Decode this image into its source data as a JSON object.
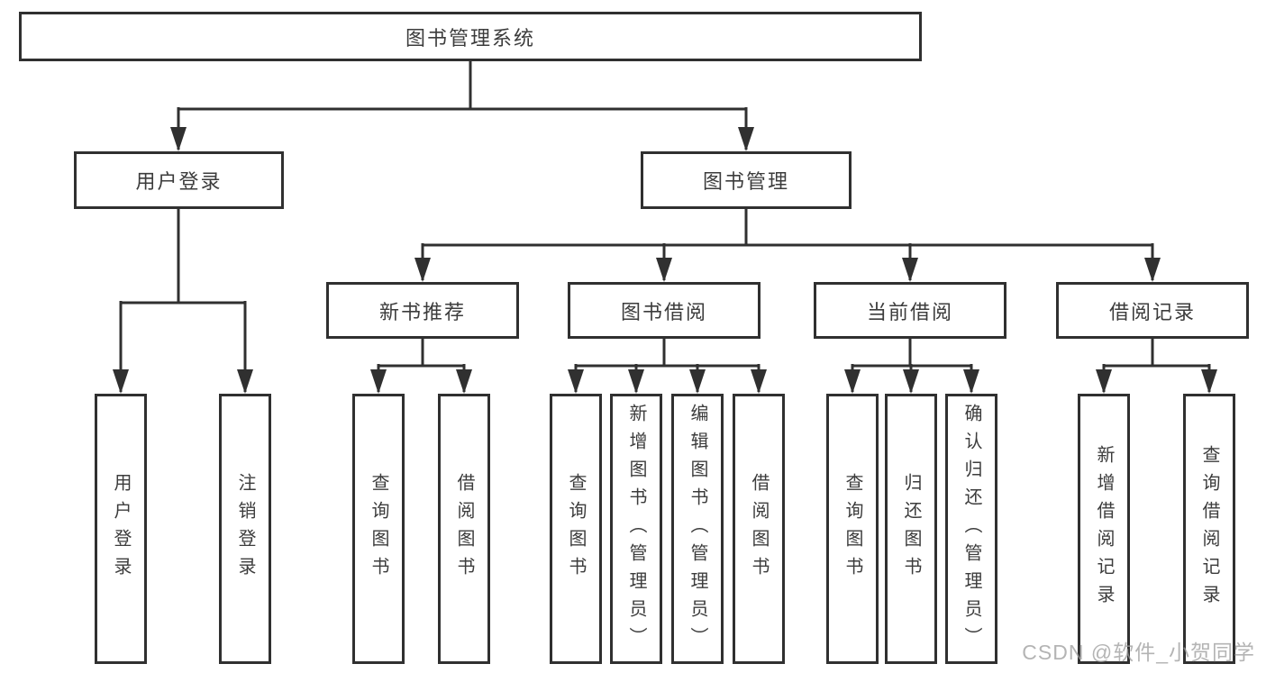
{
  "diagram": {
    "title": "图书管理系统",
    "root": {
      "label": "图书管理系统"
    },
    "level2": [
      {
        "label": "用户登录"
      },
      {
        "label": "图书管理"
      }
    ],
    "level3": [
      {
        "label": "新书推荐"
      },
      {
        "label": "图书借阅"
      },
      {
        "label": "当前借阅"
      },
      {
        "label": "借阅记录"
      }
    ],
    "leaves": [
      {
        "label": "用户登录",
        "parent": "用户登录"
      },
      {
        "label": "注销登录",
        "parent": "用户登录"
      },
      {
        "label": "查询图书",
        "parent": "新书推荐"
      },
      {
        "label": "借阅图书",
        "parent": "新书推荐"
      },
      {
        "label": "查询图书",
        "parent": "图书借阅"
      },
      {
        "label": "新增图书（管理员）",
        "parent": "图书借阅"
      },
      {
        "label": "编辑图书（管理员）",
        "parent": "图书借阅"
      },
      {
        "label": "借阅图书",
        "parent": "图书借阅"
      },
      {
        "label": "查询图书",
        "parent": "当前借阅"
      },
      {
        "label": "归还图书",
        "parent": "当前借阅"
      },
      {
        "label": "确认归还（管理员）",
        "parent": "当前借阅"
      },
      {
        "label": "新增借阅记录",
        "parent": "借阅记录"
      },
      {
        "label": "查询借阅记录",
        "parent": "借阅记录"
      }
    ]
  },
  "watermark": {
    "text": "CSDN @软件_小贺同学"
  },
  "colors": {
    "line": "#303030",
    "text": "#3c3c3c",
    "background": "#ffffff",
    "watermark": "#9b9b9b"
  }
}
